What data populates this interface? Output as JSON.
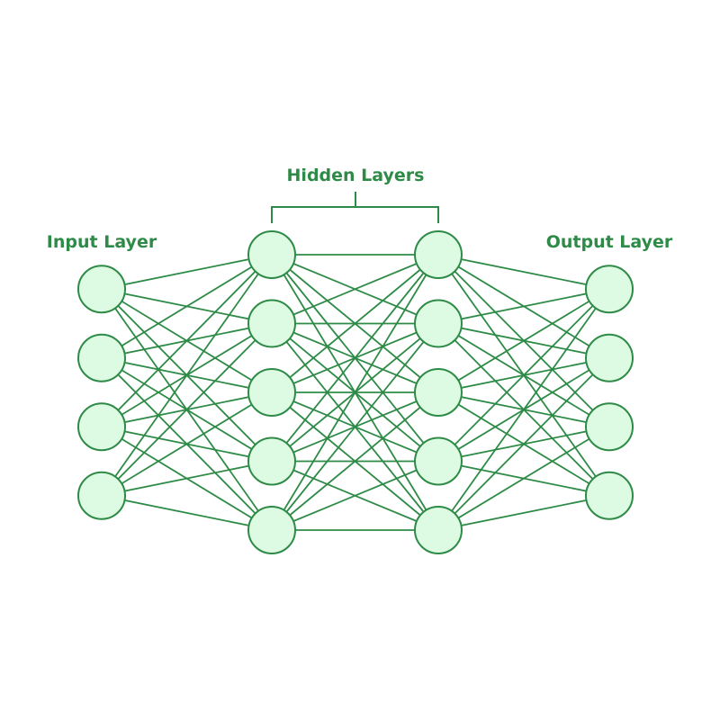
{
  "labels": {
    "input": "Input Layer",
    "hidden": "Hidden Layers",
    "output": "Output Layer"
  },
  "network": {
    "layers": [
      {
        "name": "input",
        "nodes": 4
      },
      {
        "name": "hidden-1",
        "nodes": 5
      },
      {
        "name": "hidden-2",
        "nodes": 5
      },
      {
        "name": "output",
        "nodes": 4
      }
    ],
    "connectivity": "fully-connected"
  },
  "colors": {
    "stroke": "#2e8b47",
    "node_fill": "#dcfbe2",
    "text": "#2e8b47",
    "background": "#ffffff"
  }
}
